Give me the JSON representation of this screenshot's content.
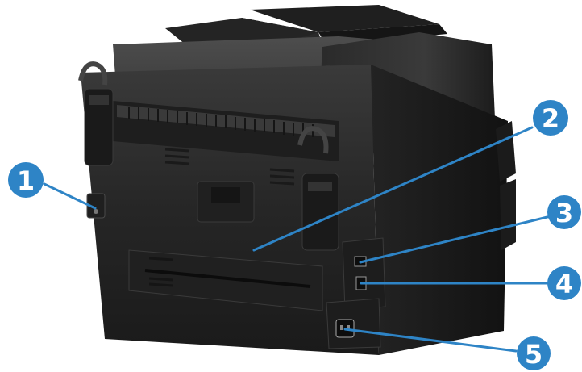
{
  "callouts": [
    {
      "id": "1",
      "label": "1"
    },
    {
      "id": "2",
      "label": "2"
    },
    {
      "id": "3",
      "label": "3"
    },
    {
      "id": "4",
      "label": "4"
    },
    {
      "id": "5",
      "label": "5"
    }
  ],
  "colors": {
    "callout_fill": "#2e84c6",
    "leader_line": "#2e84c6",
    "printer_body": "#2b2b2b",
    "printer_shadow": "#151515",
    "printer_highlight": "#4a4a4a"
  }
}
